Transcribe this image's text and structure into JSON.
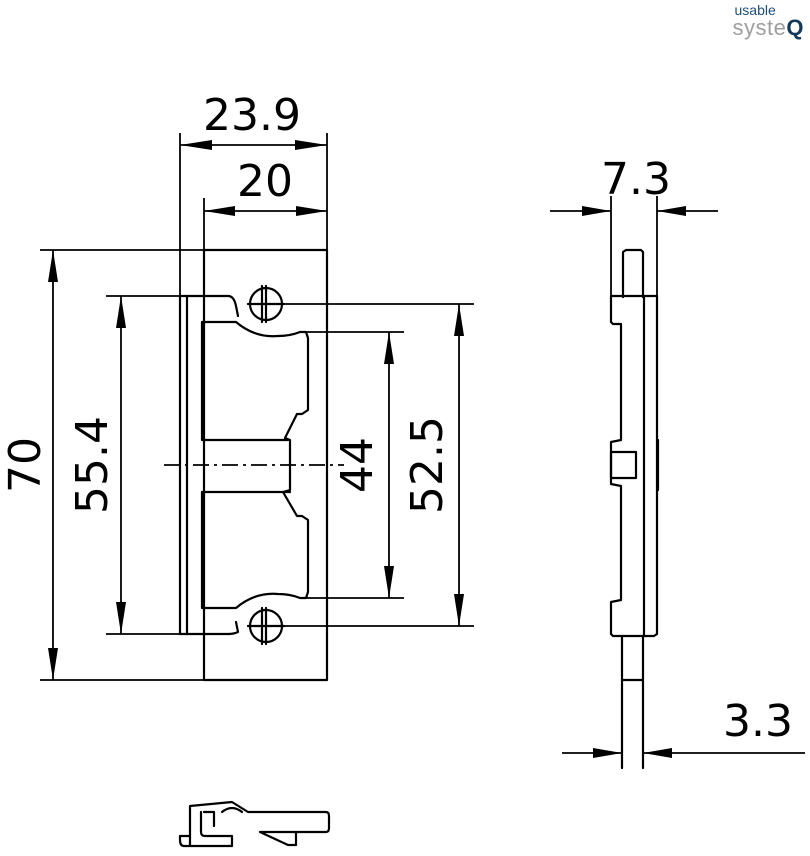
{
  "logo": {
    "line1": "usable",
    "line2": "syste",
    "accent_letter": "Q",
    "colors": {
      "line1": "#1f4e79",
      "line2": "#9e9e9e",
      "accent": "#12385a"
    }
  },
  "front_view": {
    "dimensions": {
      "overall_width": "23.9",
      "inner_width": "20",
      "overall_height": "70",
      "hole_spacing_left": "55.4",
      "opening_height": "44",
      "hole_spacing_right": "52.5"
    }
  },
  "side_view": {
    "dimensions": {
      "thickness": "7.3",
      "tongue_thickness": "3.3"
    }
  },
  "top_view": {}
}
